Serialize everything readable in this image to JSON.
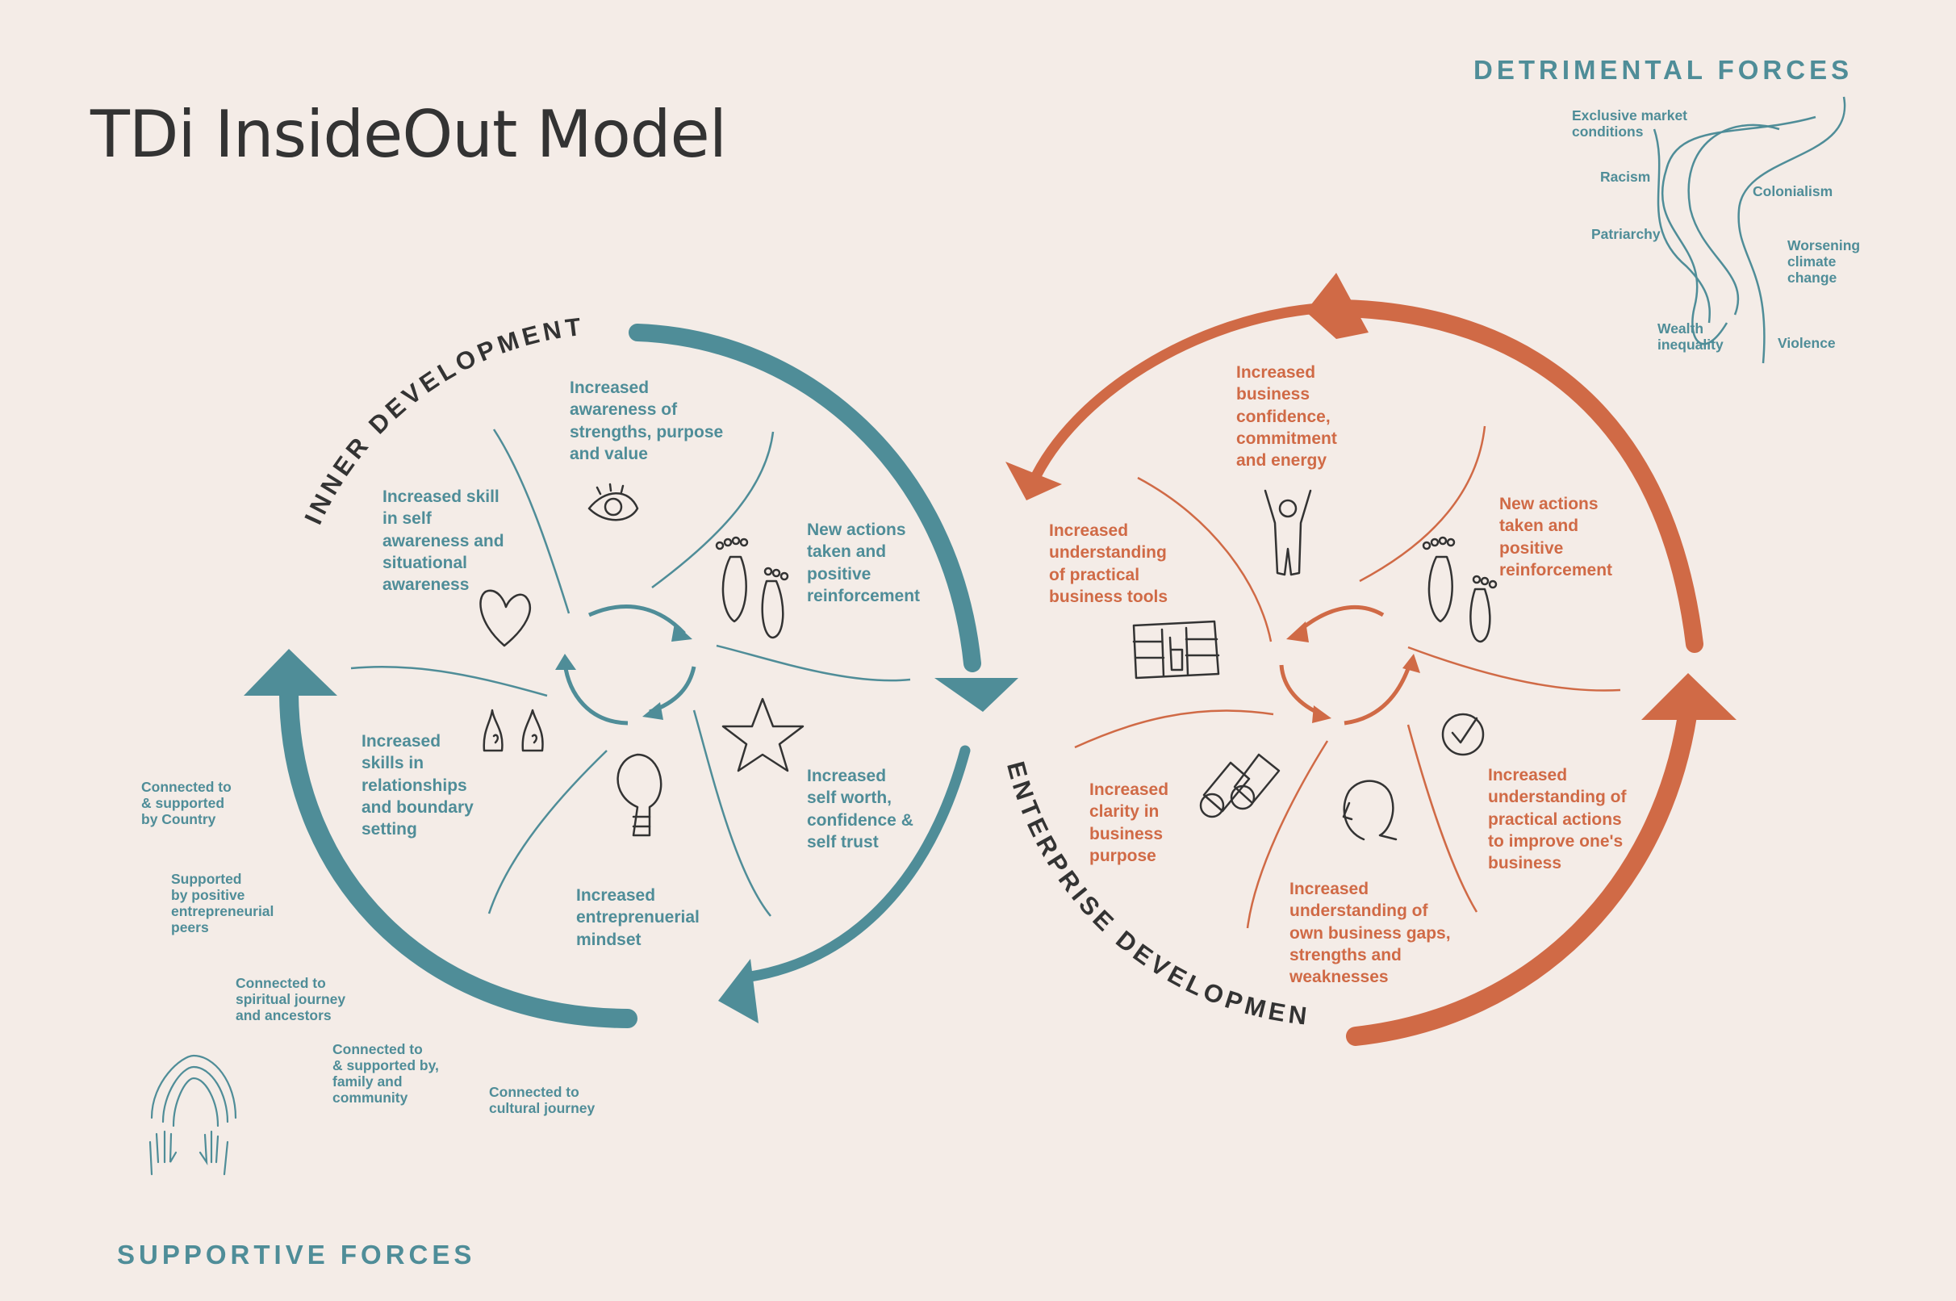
{
  "title": "TDi InsideOut Model",
  "colors": {
    "background": "#f4ece7",
    "teal": "#4f8d98",
    "orange": "#d06a46",
    "dark": "#333333"
  },
  "inner_development": {
    "heading": "INNER DEVELOPMENT",
    "items": [
      {
        "text": "Increased\nawareness of\nstrengths, purpose\nand value",
        "icon": "eye-icon"
      },
      {
        "text": "New actions\ntaken and\npositive\nreinforcement",
        "icon": "footprints-icon"
      },
      {
        "text": "Increased\nself worth,\nconfidence &\nself trust",
        "icon": "star-icon"
      },
      {
        "text": "Increased\nentreprenuerial\nmindset",
        "icon": "lightbulb-icon"
      },
      {
        "text": "Increased\nskills in\nrelationships\nand boundary\nsetting",
        "icon": "bells-icon"
      },
      {
        "text": "Increased skill\nin self\nawareness and\nsituational\nawareness",
        "icon": "heart-icon"
      }
    ]
  },
  "enterprise_development": {
    "heading": "ENTERPRISE DEVELOPMENT",
    "items": [
      {
        "text": "Increased\nbusiness\nconfidence,\ncommitment\nand energy",
        "icon": "person-arms-up-icon"
      },
      {
        "text": "New actions\ntaken and\npositive\nreinforcement",
        "icon": "footprints-icon"
      },
      {
        "text": "Increased\nunderstanding of\npractical actions\nto improve one's\nbusiness",
        "icon": "checkmark-icon"
      },
      {
        "text": "Increased\nunderstanding of\nown business gaps,\nstrengths and\nweaknesses",
        "icon": "face-profile-icon"
      },
      {
        "text": "Increased\nclarity in\nbusiness\npurpose",
        "icon": "binoculars-icon"
      },
      {
        "text": "Increased\nunderstanding\nof practical\nbusiness tools",
        "icon": "toolbox-icon"
      }
    ]
  },
  "detrimental_forces": {
    "heading": "DETRIMENTAL FORCES",
    "items": [
      "Exclusive market\nconditions",
      "Racism",
      "Colonialism",
      "Patriarchy",
      "Worsening\nclimate\nchange",
      "Wealth\ninequality",
      "Violence"
    ]
  },
  "supportive_forces": {
    "heading": "SUPPORTIVE FORCES",
    "items": [
      "Connected to\n& supported\nby Country",
      "Supported\nby positive\nentrepreneurial\npeers",
      "Connected to\nspiritual journey\nand ancestors",
      "Connected to\n& supported by,\nfamily and\ncommunity",
      "Connected to\ncultural journey"
    ],
    "icon": "rainbow-hands-icon"
  }
}
